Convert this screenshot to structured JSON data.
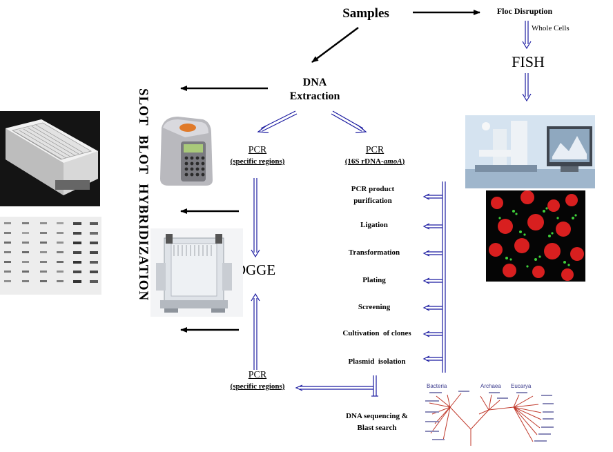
{
  "nodes": {
    "samples": "Samples",
    "floc_disruption": "Floc Disruption",
    "whole_cells": "Whole Cells",
    "fish": "FISH",
    "dna_extraction_line1": "DNA",
    "dna_extraction_line2": "Extraction",
    "pcr_left_title": "PCR",
    "pcr_left_sub": "(specific regions)",
    "pcr_right_title": "PCR",
    "pcr_right_sub_pre": "(16S rDNA-",
    "pcr_right_sub_gene": "amoA",
    "pcr_right_sub_post": ")",
    "dgge": "DGGE",
    "slot_blot": "SLOT BLOT HYBRIDIZATION",
    "pcr_bottom_title": "PCR",
    "pcr_bottom_sub": "(specific regions)",
    "dna_sequencing_line1": "DNA sequencing &",
    "dna_sequencing_line2": "Blast search"
  },
  "cloning_steps": [
    "PCR product",
    "purification",
    "Ligation",
    "Transformation",
    "Plating",
    "Screening",
    "Cultivation  of clones",
    "Plasmid  isolation"
  ],
  "phylo_tree": {
    "domains": [
      "Bacteria",
      "Archaea",
      "Eucarya"
    ]
  },
  "colors": {
    "black_arrow": "#000000",
    "blue_arrow": "#1a1aa0",
    "tree_line": "#c0392b",
    "tree_text": "#3a3a8c"
  }
}
